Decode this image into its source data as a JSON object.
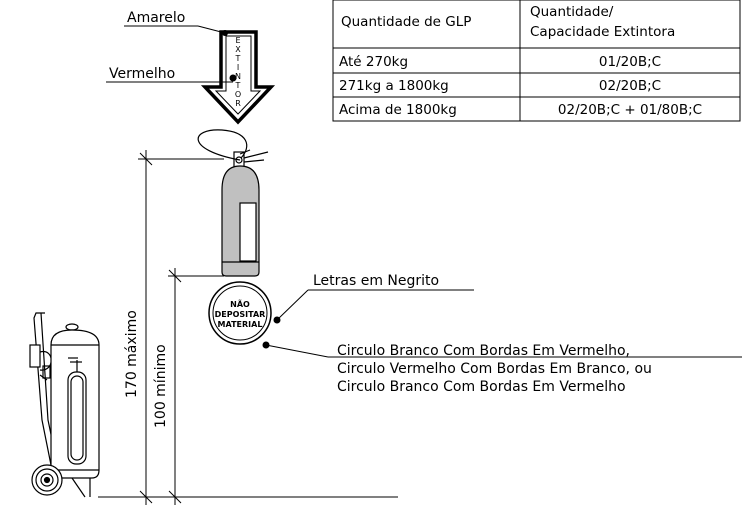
{
  "table": {
    "headers": [
      "Quantidade de GLP",
      "Quantidade/",
      "Capacidade Extintora"
    ],
    "rows": [
      [
        "Até 270kg",
        "01/20B;C"
      ],
      [
        "271kg a 1800kg",
        "02/20B;C"
      ],
      [
        "Acima de 1800kg",
        "02/20B;C + 01/80B;C"
      ]
    ]
  },
  "labels": {
    "amarelo": "Amarelo",
    "vermelho": "Vermelho",
    "extintor_letters": [
      "E",
      "X",
      "T",
      "I",
      "N",
      "T",
      "O",
      "R"
    ],
    "letras_negrito": "Letras em Negrito",
    "sign_text": [
      "NÃO",
      "DEPOSITAR",
      "MATERIAL"
    ],
    "circle_desc": [
      "Circulo Branco Com Bordas Em Vermelho,",
      "Circulo Vermelho Com Bordas Em Branco, ou",
      "Circulo Branco Com Bordas Em Vermelho"
    ],
    "dim_170": "170 máximo",
    "dim_100": "100 mínimo"
  }
}
